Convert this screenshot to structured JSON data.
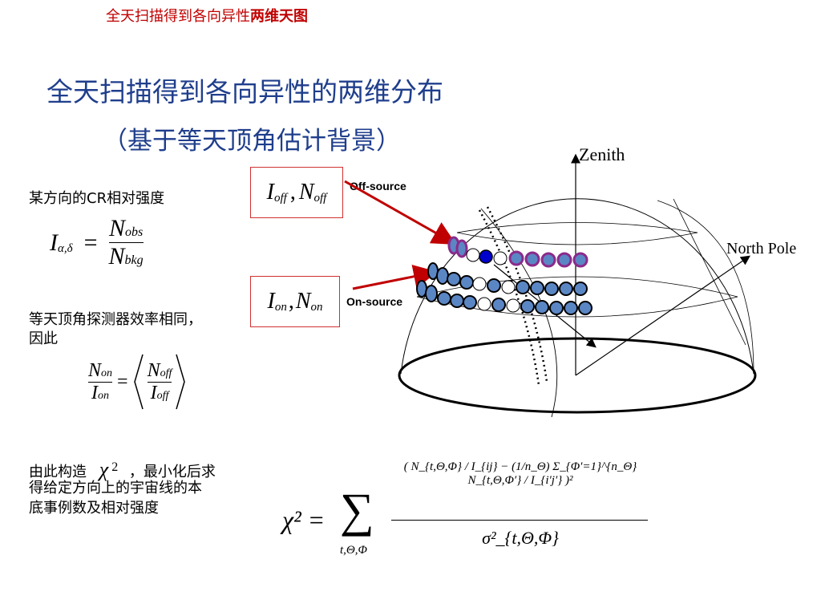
{
  "header": {
    "prefix": "全天扫描得到各向异性",
    "bold": "两维天图"
  },
  "title": "全天扫描得到各向异性的两维分布",
  "subtitle": "（基于等天顶角估计背景）",
  "labels": {
    "relative_intensity": "某方向的CR相对强度",
    "equal_zenith": "等天顶角探测器效率相同，",
    "therefore": "因此",
    "chi_intro_a": "由此构造",
    "chi_intro_b": "，最小化后求",
    "chi_line2": "得给定方向上的宇宙线的本",
    "chi_line3": "底事例数及相对强度",
    "off_source": "Off-source",
    "on_source": "On-source",
    "zenith": "Zenith",
    "north_pole": "North Pole"
  },
  "formulas": {
    "I": "I",
    "ad": "α,δ",
    "eq": "=",
    "N": "N",
    "obs": "obs",
    "bkg": "bkg",
    "on": "on",
    "off": "off",
    "comma": ",",
    "chi": "χ",
    "sq": "2",
    "chi2_lhs": "χ² =",
    "sum": "∑",
    "sum_sub": "t,Θ,Φ",
    "num_text": "( N_{t,Θ,Φ} / I_{ij} − (1/n_Θ) Σ_{Φ′=1}^{n_Θ} N_{t,Θ,Φ′} / I_{i′j′} )²",
    "den_text": "σ²_{t,Θ,Φ}"
  },
  "colors": {
    "header_red": "#c00000",
    "title_blue": "#1f3e8c",
    "box_red": "#d03030",
    "arrow_red": "#c00000",
    "on_blue": "#5b86c4",
    "off_purple": "#8b2a8b",
    "source_blue": "#0000cc"
  }
}
